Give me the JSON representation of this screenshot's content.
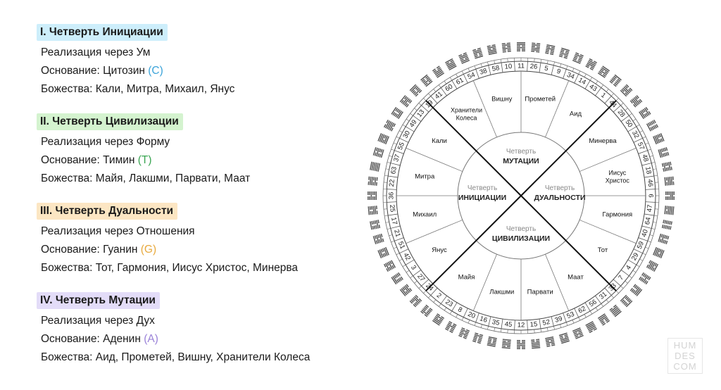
{
  "quarters": [
    {
      "title": "I. Четверть Инициации",
      "color": "#cdeefb",
      "lines": [
        {
          "text": "Реализация через Ум"
        },
        {
          "text": "Основание: Цитозин ",
          "accent": "(C)",
          "accent_color": "#3aa3d9"
        },
        {
          "text": "Божества: Кали, Митра, Михаил, Янус"
        }
      ]
    },
    {
      "title": "II. Четверть Цивилизации",
      "color": "#d4f3cf",
      "lines": [
        {
          "text": "Реализация через Форму"
        },
        {
          "text": "Основание: Тимин ",
          "accent": "(T)",
          "accent_color": "#3aa552"
        },
        {
          "text": "Божества: Майя, Лакшми, Парвати, Маат"
        }
      ]
    },
    {
      "title": "III. Четверть Дуальности",
      "color": "#fce6c3",
      "lines": [
        {
          "text": "Реализация через Отношения"
        },
        {
          "text": "Основание: Гуанин ",
          "accent": "(G)",
          "accent_color": "#e8a93c"
        },
        {
          "text": "Божества: Тот, Гармония, Иисус Христос, Минерва"
        }
      ]
    },
    {
      "title": "IV. Четверть Мутации",
      "color": "#e3dcf8",
      "lines": [
        {
          "text": "Реализация через Дух"
        },
        {
          "text": "Основание: Аденин ",
          "accent": "(A)",
          "accent_color": "#9a82d8"
        },
        {
          "text": "Божества: Аид, Прометей, Вишну, Хранители Колеса"
        }
      ]
    }
  ],
  "wheel": {
    "quadrants": [
      {
        "key": "top",
        "fill": "#e3dcf8",
        "label_small": "Четверть",
        "label_big": "МУТАЦИИ"
      },
      {
        "key": "right",
        "fill": "#fce6c3",
        "label_small": "Четверть",
        "label_big": "ДУАЛЬНОСТИ"
      },
      {
        "key": "bottom",
        "fill": "#d4f3cf",
        "label_small": "Четверть",
        "label_big": "ЦИВИЛИЗАЦИИ"
      },
      {
        "key": "left",
        "fill": "#cdeefb",
        "label_small": "Четверть",
        "label_big": "ИНИЦИАЦИИ"
      }
    ],
    "deities": [
      "Прометей",
      "Аид",
      "Минерва",
      "Иисус Христос",
      "Гармония",
      "Тот",
      "Маат",
      "Парвати",
      "Лакшми",
      "Майя",
      "Янус",
      "Михаил",
      "Митра",
      "Кали",
      "Хранители Колеса",
      "Вишну"
    ],
    "gates": [
      10,
      11,
      26,
      5,
      9,
      34,
      14,
      43,
      1,
      44,
      28,
      50,
      32,
      57,
      48,
      18,
      46,
      6,
      47,
      64,
      40,
      59,
      29,
      4,
      7,
      33,
      31,
      56,
      62,
      53,
      39,
      52,
      15,
      12,
      45,
      35,
      16,
      20,
      8,
      23,
      2,
      24,
      27,
      3,
      42,
      51,
      21,
      17,
      25,
      36,
      22,
      63,
      37,
      55,
      30,
      49,
      13,
      19,
      41,
      60,
      61,
      54,
      38,
      58
    ]
  },
  "watermark": [
    "HUM",
    "DES",
    "COM"
  ]
}
